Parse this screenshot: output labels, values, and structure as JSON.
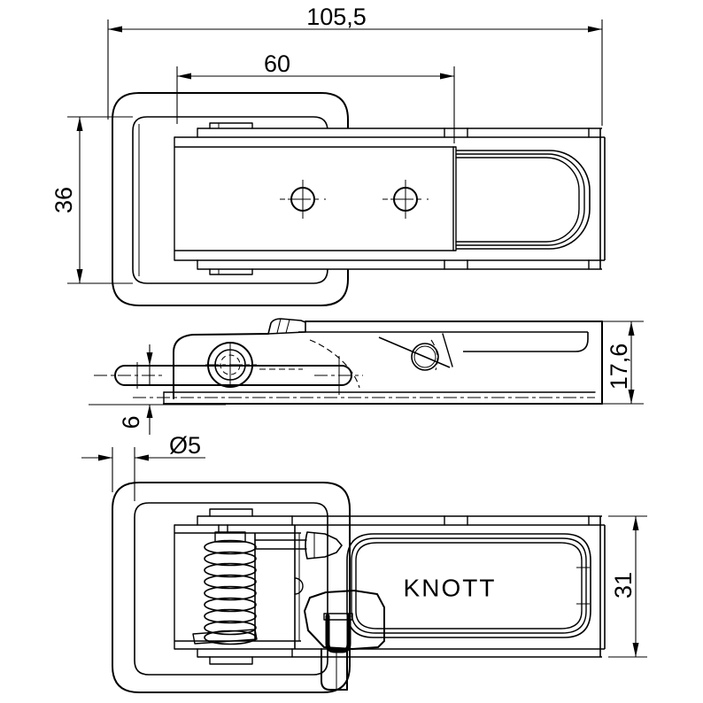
{
  "drawing": {
    "brand_label": "KNOTT",
    "line_color": "#000000",
    "background_color": "#ffffff",
    "dimensions": {
      "overall_length": "105,5",
      "slide_plate_length": "60",
      "frame_inner_height": "36",
      "rod_offset": "6",
      "wire_diameter": "Ø5",
      "side_view_height": "17,6",
      "plate_height": "31"
    }
  }
}
